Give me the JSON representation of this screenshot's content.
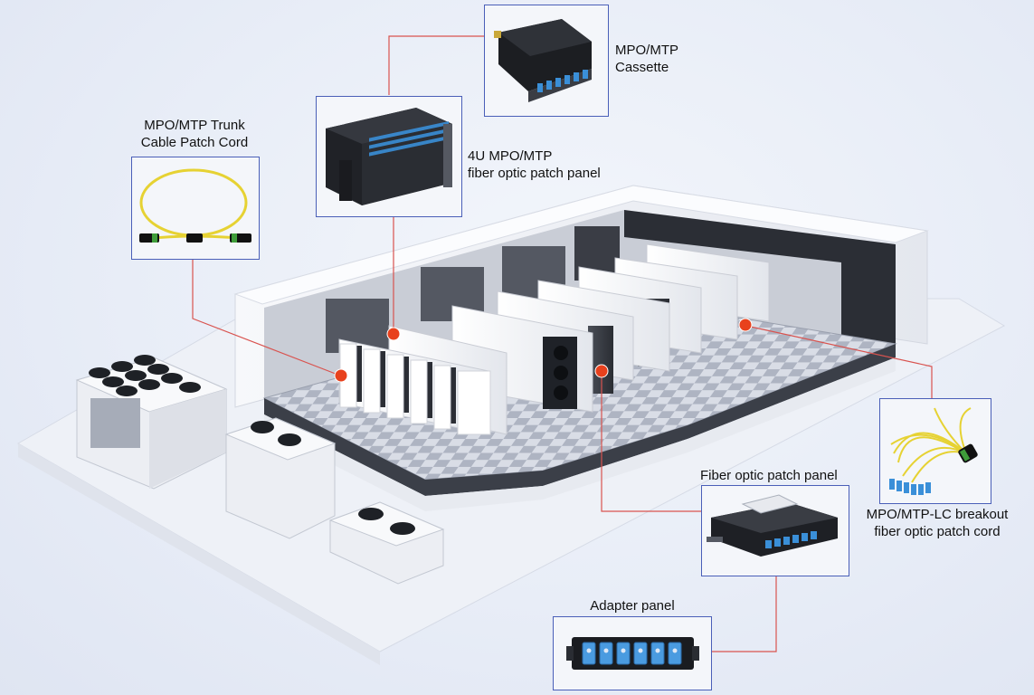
{
  "callouts": {
    "cassette": {
      "lines": [
        "MPO/MTP",
        "Cassette"
      ]
    },
    "patch_panel_4u": {
      "lines": [
        "4U MPO/MTP",
        "fiber optic patch panel"
      ]
    },
    "trunk_cable": {
      "lines": [
        "MPO/MTP Trunk",
        "Cable Patch Cord"
      ]
    },
    "breakout_cord": {
      "lines": [
        "MPO/MTP-LC breakout",
        "fiber optic patch cord"
      ]
    },
    "fiber_patch_panel": {
      "lines": [
        "Fiber optic patch panel"
      ]
    },
    "adapter_panel": {
      "lines": [
        "Adapter panel"
      ]
    }
  },
  "colors": {
    "leader_line": "#d9534f",
    "marker": "#e8411d",
    "box_border": "#4a5fb8",
    "fiber_yellow": "#e6d233",
    "connector_blue": "#3a8fd8"
  }
}
